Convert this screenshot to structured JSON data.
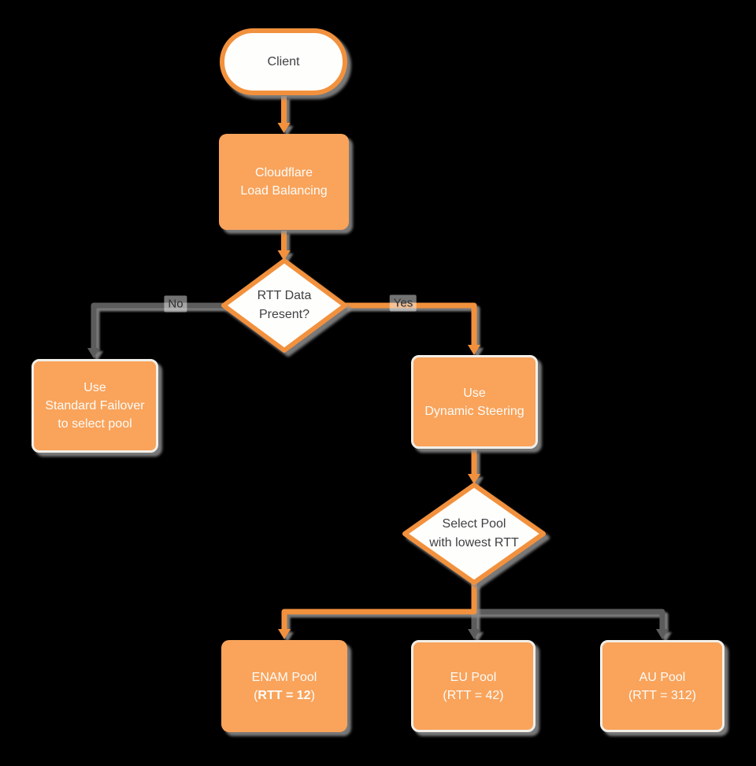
{
  "title": "Cloudflare Load Balancing RTT flowchart",
  "colors": {
    "orange_fill": "#F9A35B",
    "orange_stroke": "#F2913D",
    "gray_line": "#5C5C5C",
    "dark_text": "#414042",
    "light_text": "#FDFCF8",
    "light_border": "#F2EFE9",
    "background": "#000000",
    "shadow": "#8E8E8E"
  },
  "nodes": {
    "client": {
      "lines": [
        "Client"
      ]
    },
    "load_balancing": {
      "lines": [
        "Cloudflare",
        "Load Balancing"
      ]
    },
    "rtt_decision": {
      "lines": [
        "RTT Data",
        "Present?"
      ]
    },
    "standard_failover": {
      "lines": [
        "Use",
        "Standard Failover",
        "to select pool"
      ]
    },
    "dynamic_steering": {
      "lines": [
        "Use",
        "Dynamic Steering"
      ]
    },
    "select_pool": {
      "lines": [
        "Select Pool",
        "with lowest RTT"
      ]
    },
    "enam_pool": {
      "line1": "ENAM Pool",
      "line2_prefix": "(",
      "line2_bold": "RTT = 12",
      "line2_suffix": ")"
    },
    "eu_pool": {
      "lines": [
        "EU Pool",
        "(RTT = 42)"
      ]
    },
    "au_pool": {
      "lines": [
        "AU Pool",
        "(RTT = 312)"
      ]
    }
  },
  "edge_labels": {
    "no": "No",
    "yes": "Yes"
  }
}
